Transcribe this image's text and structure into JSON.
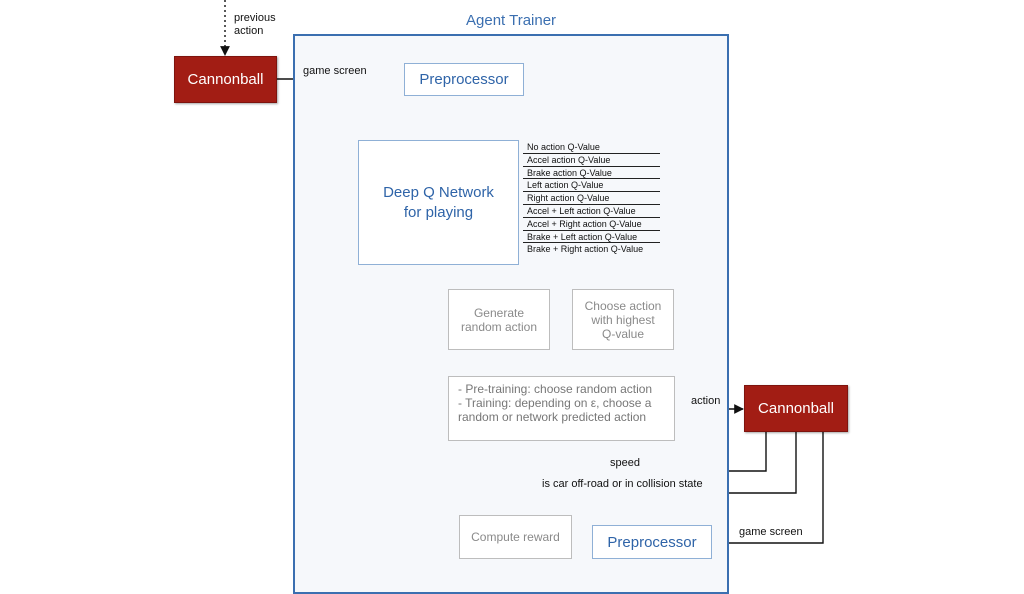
{
  "top_label": "previous\naction",
  "cannonball_label": "Cannonball",
  "trainer_title": "Agent Trainer",
  "game_screen_label": "game screen",
  "preprocessor_label": "Preprocessor",
  "dqn_label": "Deep Q Network\nfor playing",
  "q_values": [
    "No action Q-Value",
    "Accel action Q-Value",
    "Brake action Q-Value",
    "Left action Q-Value",
    "Right action Q-Value",
    "Accel + Left action Q-Value",
    "Accel + Right action Q-Value",
    "Brake + Left action Q-Value",
    "Brake + Right action Q-Value"
  ],
  "generate_random_label": "Generate\nrandom action",
  "choose_highest_label": "Choose action\nwith highest\nQ-value",
  "decision_text": "- Pre-training: choose random action\n- Training: depending on ε, choose a\nrandom or network predicted action",
  "action_label": "action",
  "speed_label": "speed",
  "collision_label": "is car off-road or in collision state",
  "compute_reward_label": "Compute reward",
  "colors": {
    "frame": "#3b6fb0",
    "cannonball": "#a21d14",
    "blue_text": "#2f64a8",
    "grey_text": "#8a8a8a"
  }
}
